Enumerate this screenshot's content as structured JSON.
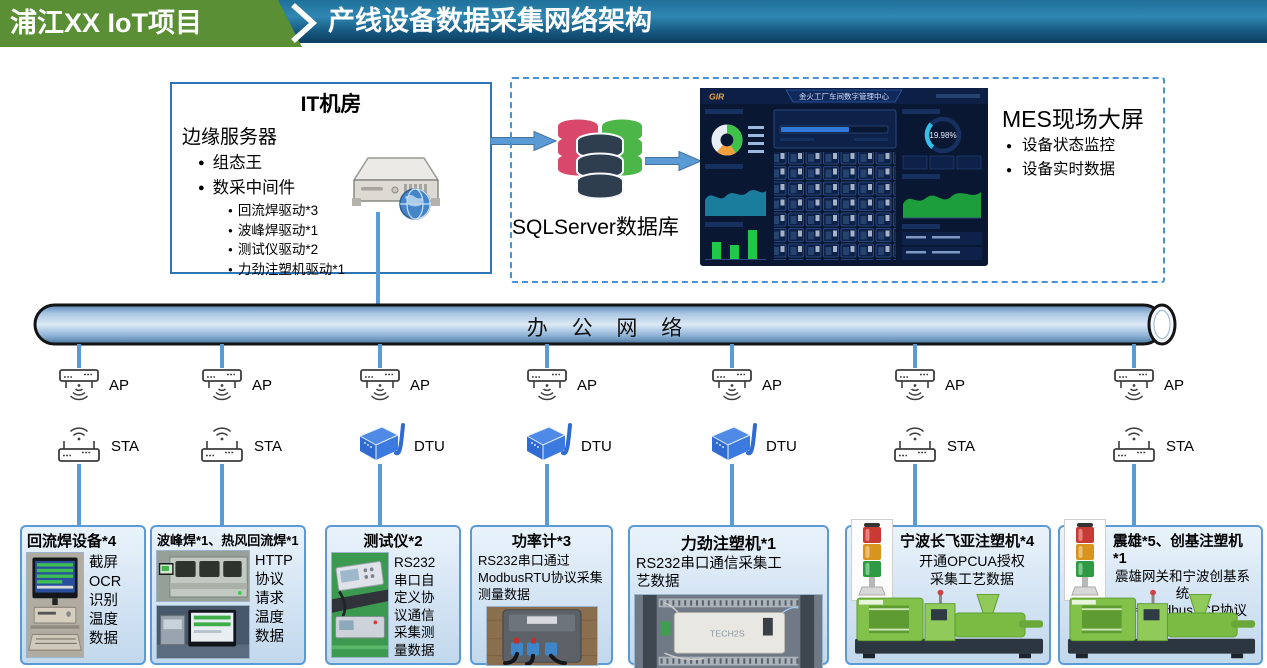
{
  "header": {
    "project_label": "浦江XX IoT项目",
    "page_title": "产线设备数据采集网络架构"
  },
  "it_room": {
    "title": "IT机房",
    "server_label": "边缘服务器",
    "software": [
      "组态王",
      "数采中间件"
    ],
    "drivers": [
      "回流焊驱动*3",
      "波峰焊驱动*1",
      "测试仪驱动*2",
      "力劲注塑机驱动*1"
    ]
  },
  "database": {
    "label": "SQLServer数据库"
  },
  "mes_panel": {
    "title": "MES现场大屏",
    "bullets": [
      "设备状态监控",
      "设备实时数据"
    ],
    "screen_title": "金火工厂车间数字管理中心",
    "screen_gauge_value": "19.98%"
  },
  "office_network": {
    "label": "办 公 网 络"
  },
  "columns": [
    {
      "access_label": "AP",
      "device_label": "STA"
    },
    {
      "access_label": "AP",
      "device_label": "STA"
    },
    {
      "access_label": "AP",
      "device_label": "DTU"
    },
    {
      "access_label": "AP",
      "device_label": "DTU"
    },
    {
      "access_label": "AP",
      "device_label": "DTU"
    },
    {
      "access_label": "AP",
      "device_label": "STA"
    },
    {
      "access_label": "AP",
      "device_label": "STA"
    }
  ],
  "equipment": [
    {
      "title": "回流焊设备*4",
      "lines": [
        "截屏",
        "OCR",
        "识别",
        "温度",
        "数据"
      ]
    },
    {
      "title": "波峰焊*1、热风回流焊*1",
      "lines": [
        "HTTP",
        "协议",
        "请求",
        "温度",
        "数据"
      ]
    },
    {
      "title": "测试仪*2",
      "lines": [
        "RS232",
        "串口自",
        "定义协",
        "议通信",
        "采集测",
        "量数据"
      ]
    },
    {
      "title": "功率计*3",
      "desc": "RS232串口通过ModbusRTU协议采集测量数据"
    },
    {
      "title": "力劲注塑机*1",
      "desc": "RS232串口通信采集工艺数据"
    },
    {
      "title": "宁波长飞亚注塑机*4",
      "lines": [
        "开通OPCUA授权",
        "采集工艺数据"
      ]
    },
    {
      "title": "震雄*5、创基注塑机*1",
      "lines": [
        "震雄网关和宁波创基系统",
        "支持ModbusTCP协议"
      ]
    }
  ],
  "colors": {
    "header_green": "#5a8f35",
    "header_blue": "#15567e",
    "line_blue": "#5b9bd5",
    "it_border_blue": "#2e75b6",
    "dashed_blue": "#4a90d9",
    "db_pink": "#d9486b",
    "db_dark": "#2f3e4e",
    "db_green": "#4cb648",
    "dtu_blue": "#3e7ede",
    "machine_green": "#7ac142",
    "tower_red": "#c93a35",
    "tower_amber": "#d9941f",
    "tower_green": "#2f9a44"
  }
}
